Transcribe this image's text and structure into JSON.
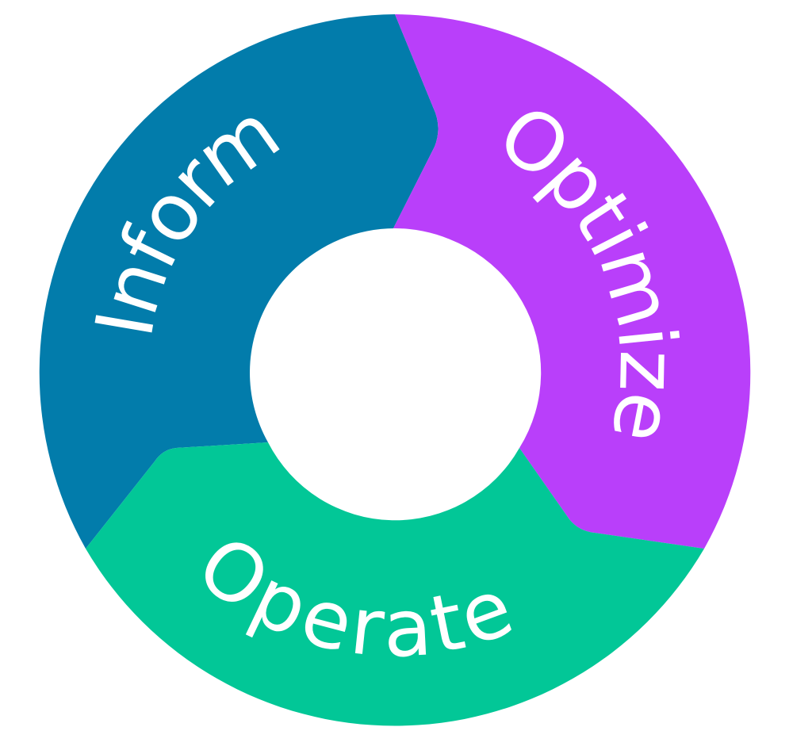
{
  "diagram": {
    "type": "cycle",
    "segments": [
      {
        "id": "inform",
        "label": "Inform",
        "color": "#027CAB"
      },
      {
        "id": "optimize",
        "label": "Optimize",
        "color": "#B93FFA"
      },
      {
        "id": "operate",
        "label": "Operate",
        "color": "#02C797"
      }
    ],
    "center_color": "#FFFFFF"
  }
}
